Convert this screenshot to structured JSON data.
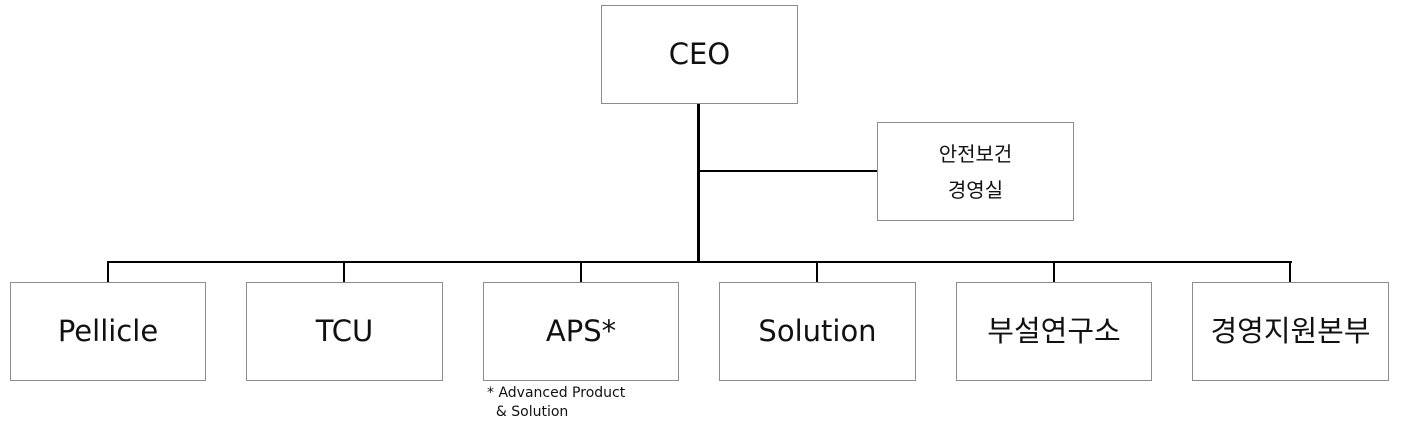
{
  "org_chart": {
    "root": {
      "label": "CEO"
    },
    "staff": {
      "line1": "안전보건",
      "line2": "경영실"
    },
    "units": [
      {
        "label": "Pellicle"
      },
      {
        "label": "TCU"
      },
      {
        "label": "APS*"
      },
      {
        "label": "Solution"
      },
      {
        "label": "부설연구소"
      },
      {
        "label": "경영지원본부"
      }
    ],
    "footnote": "* Advanced Product\n  & Solution"
  }
}
